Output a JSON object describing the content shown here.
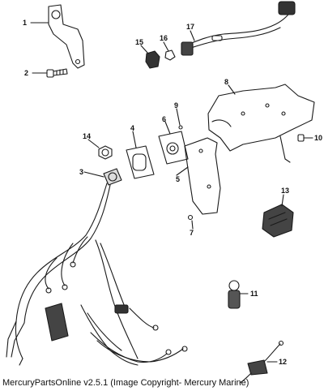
{
  "callouts": {
    "c1": "1",
    "c2": "2",
    "c3": "3",
    "c4": "4",
    "c5": "5",
    "c6": "6",
    "c7": "7",
    "c8": "8",
    "c9": "9",
    "c10": "10",
    "c11": "11",
    "c12": "12",
    "c13": "13",
    "c14": "14",
    "c15": "15",
    "c16": "16",
    "c17": "17"
  },
  "footer": {
    "credit": "MercuryPartsOnline v2.5.1 (Image Copyright- Mercury Marine)"
  },
  "colors": {
    "line": "#1a1a1a",
    "background": "#ffffff"
  }
}
